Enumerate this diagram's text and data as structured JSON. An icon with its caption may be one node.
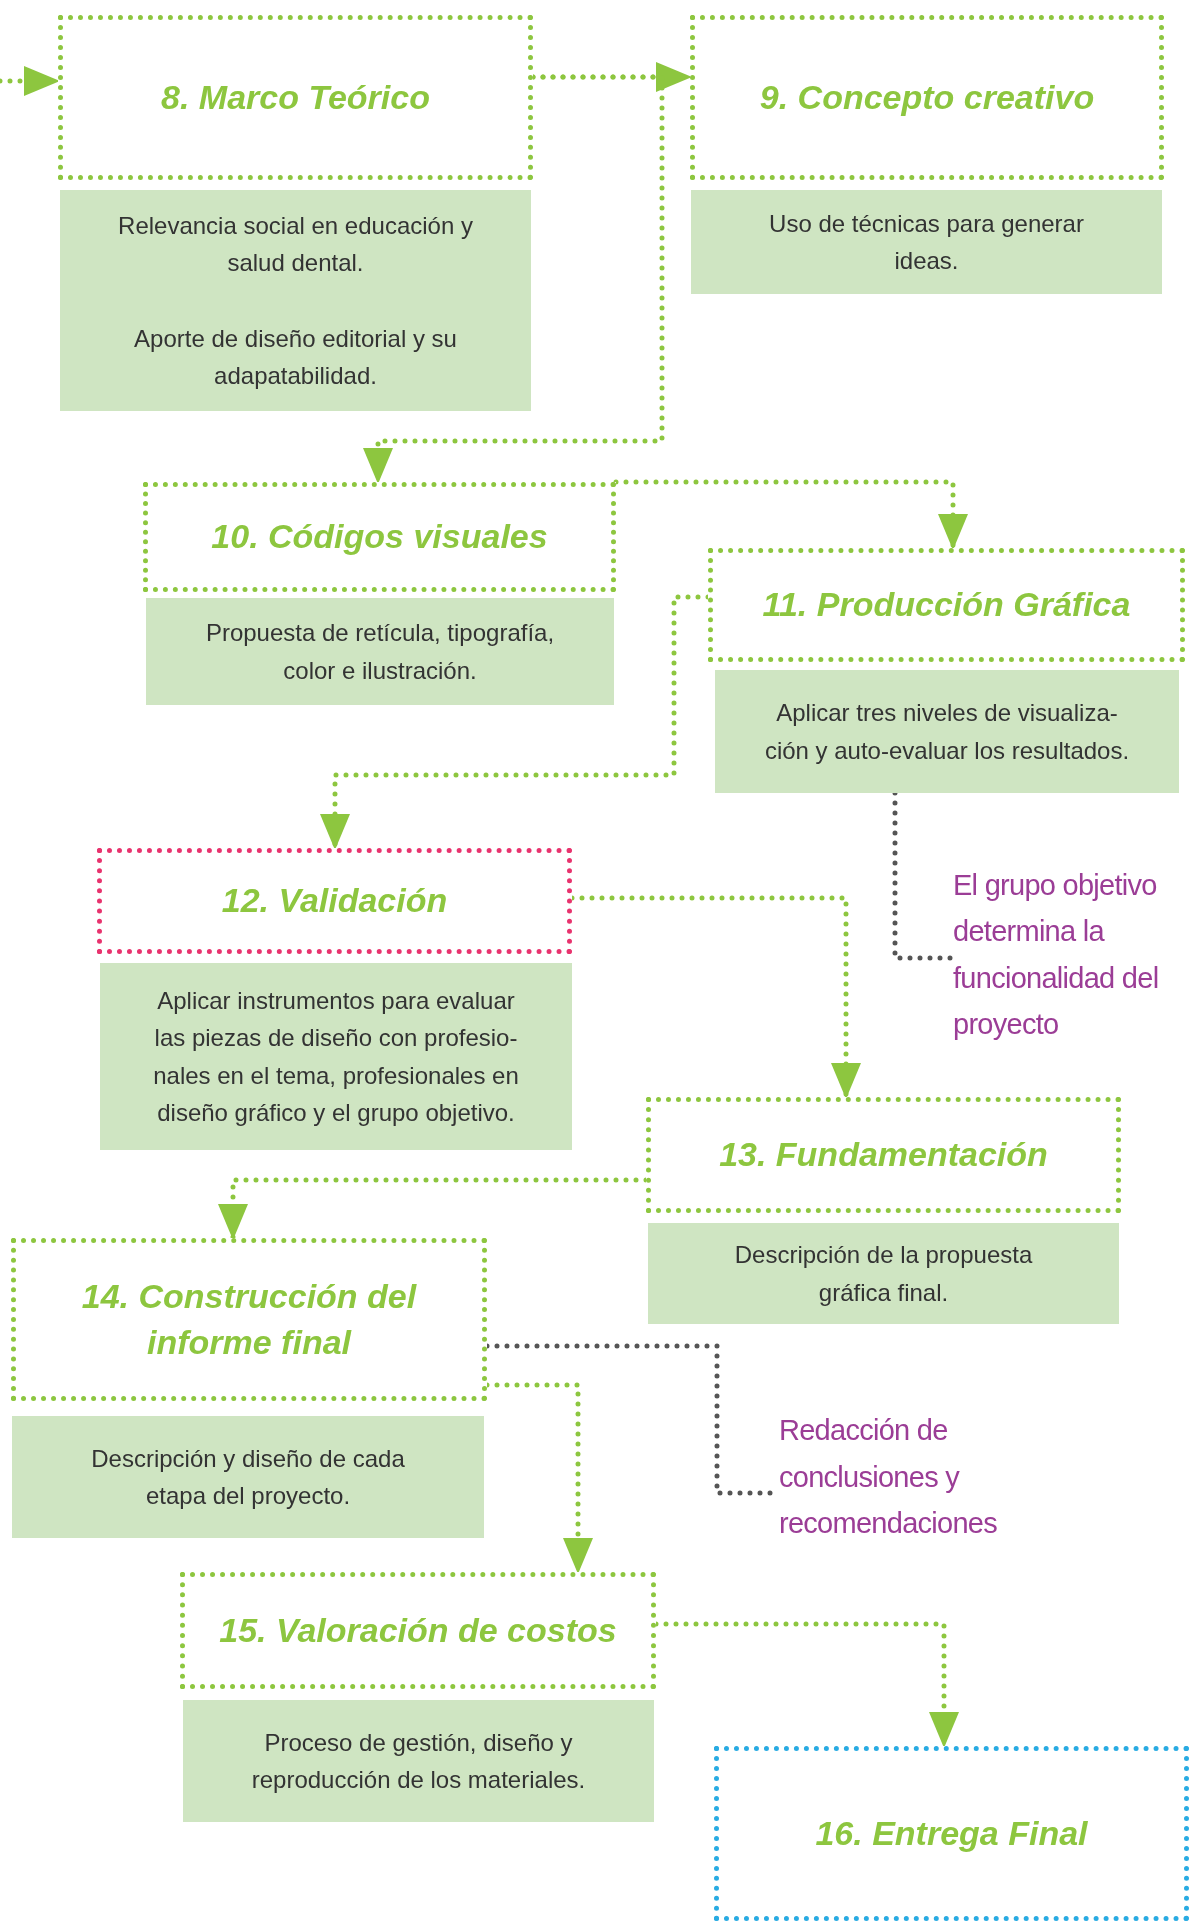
{
  "diagram": {
    "nodes": [
      {
        "text": [
          "8. Marco Teórico"
        ]
      },
      {
        "text": [
          "Relevancia social en educación y salud dental.",
          "Aporte de diseño editorial y su adapatabilidad."
        ]
      },
      {
        "text": [
          "9. Concepto creativo"
        ]
      },
      {
        "text": [
          "Uso de técnicas para generar ideas."
        ]
      },
      {
        "text": [
          "10. Códigos visuales"
        ]
      },
      {
        "text": [
          "Propuesta de retícula, tipografía, color e ilustración."
        ]
      },
      {
        "text": [
          "11. Producción Gráfica"
        ]
      },
      {
        "text": [
          "Aplicar tres niveles de visualiza-ción y auto-evaluar los resultados."
        ]
      },
      {
        "text": [
          "El grupo objetivo determina la funcionalidad del proyecto"
        ]
      },
      {
        "text": [
          "12. Validación"
        ]
      },
      {
        "text": [
          "Aplicar instrumentos para evaluar las piezas de diseño con profesio-nales en el tema, profesionales en diseño gráfico y el grupo objetivo."
        ]
      },
      {
        "text": [
          "13. Fundamentación"
        ]
      },
      {
        "text": [
          "Descripción de la propuesta gráfica final."
        ]
      },
      {
        "text": [
          "14. Construcción del informe final"
        ]
      },
      {
        "text": [
          "Descripción y diseño de cada etapa del proyecto."
        ]
      },
      {
        "text": [
          "Redacción de conclusiones y recomendaciones"
        ]
      },
      {
        "text": [
          "15. Valoración de costos"
        ]
      },
      {
        "text": [
          "Proceso de gestión, diseño y reproducción de los materiales."
        ]
      },
      {
        "text": [
          "16. Entrega Final"
        ]
      }
    ],
    "edges": [
      {
        "from": null,
        "to": 0,
        "arrow": "to"
      },
      {
        "from": 0,
        "to": 2,
        "arrow": "to"
      },
      {
        "from": 0,
        "to": 4,
        "arrow": "to"
      },
      {
        "from": 4,
        "to": 6,
        "arrow": "to"
      },
      {
        "from": 6,
        "to": 9,
        "arrow": "to"
      },
      {
        "from": 7,
        "to": 8,
        "arrow": "none",
        "color": "#555555"
      },
      {
        "from": 9,
        "to": 11,
        "arrow": "to"
      },
      {
        "from": 11,
        "to": 13,
        "arrow": "to"
      },
      {
        "from": 13,
        "to": 15,
        "arrow": "none",
        "color": "#555555"
      },
      {
        "from": 13,
        "to": 16,
        "arrow": "to"
      },
      {
        "from": 16,
        "to": 18,
        "arrow": "to"
      }
    ]
  }
}
